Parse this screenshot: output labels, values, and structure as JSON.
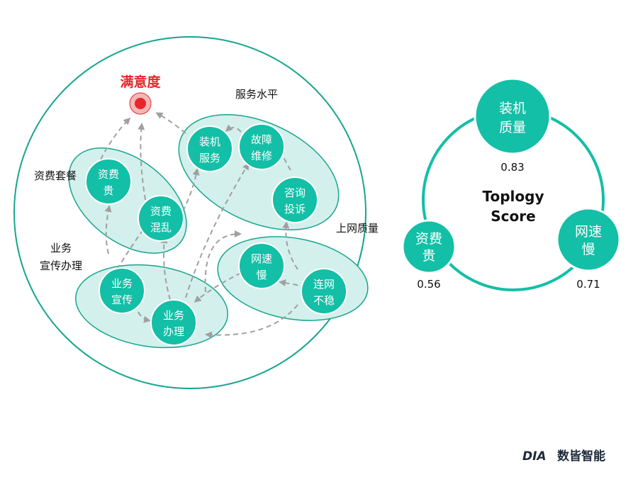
{
  "diagram": {
    "target_label": "满意度",
    "clusters": {
      "service_level": "服务水平",
      "tariff_package": "资费套餐",
      "business_promo": [
        "业务",
        "宣传办理"
      ],
      "network_quality": "上网质量"
    },
    "nodes": {
      "install_service": [
        "装机",
        "服务"
      ],
      "fault_repair": [
        "故障",
        "维修"
      ],
      "consult_complaint": [
        "咨询",
        "投诉"
      ],
      "tariff_expensive": [
        "资费",
        "贵"
      ],
      "tariff_confusing": [
        "资费",
        "混乱"
      ],
      "business_promo": [
        "业务",
        "宣传"
      ],
      "business_handling": [
        "业务",
        "办理"
      ],
      "net_slow": [
        "网速",
        "慢"
      ],
      "net_unstable": [
        "连网",
        "不稳"
      ]
    }
  },
  "topology": {
    "title": [
      "Toplogy",
      "Score"
    ],
    "nodes": [
      {
        "label": [
          "装机",
          "质量"
        ],
        "score": "0.83"
      },
      {
        "label": [
          "资费",
          "贵"
        ],
        "score": "0.56"
      },
      {
        "label": [
          "网速",
          "慢"
        ],
        "score": "0.71"
      }
    ]
  },
  "brand": {
    "logo": "DIA",
    "name": "数皆智能"
  },
  "colors": {
    "node_fill": "#13bfa6",
    "cluster_fill": "#d3f0ec",
    "cluster_stroke": "#17a58f",
    "arrow": "#a0a0a0",
    "target": "#e8262d",
    "brand": "#1e2a3a"
  }
}
